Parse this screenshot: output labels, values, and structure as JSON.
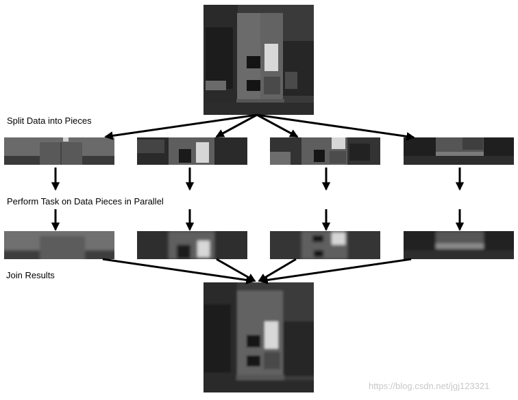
{
  "labels": {
    "split": "Split Data into Pieces",
    "perform": "Perform Task on Data Pieces in Parallel",
    "join": "Join Results"
  },
  "watermark": "https://blog.csdn.net/jgj123321",
  "colors": {
    "arrow": "#000000",
    "background": "#ffffff"
  }
}
